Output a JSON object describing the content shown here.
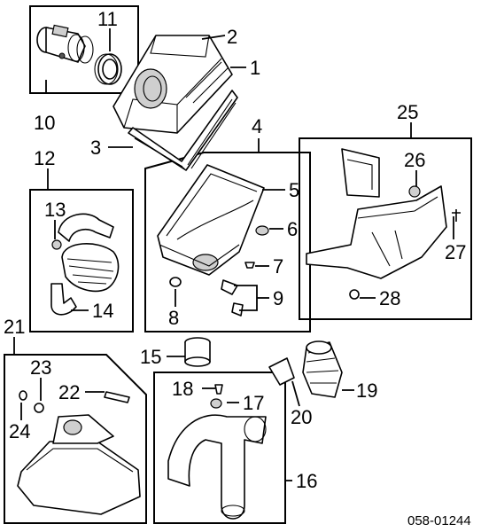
{
  "labels": {
    "p1": "1",
    "p2": "2",
    "p3": "3",
    "p4": "4",
    "p5": "5",
    "p6": "6",
    "p7": "7",
    "p8": "8",
    "p9": "9",
    "p10": "10",
    "p11": "11",
    "p12": "12",
    "p13": "13",
    "p14": "14",
    "p15": "15",
    "p16": "16",
    "p17": "17",
    "p18": "18",
    "p19": "19",
    "p20": "20",
    "p21": "21",
    "p22": "22",
    "p23": "23",
    "p24": "24",
    "p25": "25",
    "p26": "26",
    "p27": "27",
    "p28": "28"
  },
  "diagram_code": "058-01244"
}
